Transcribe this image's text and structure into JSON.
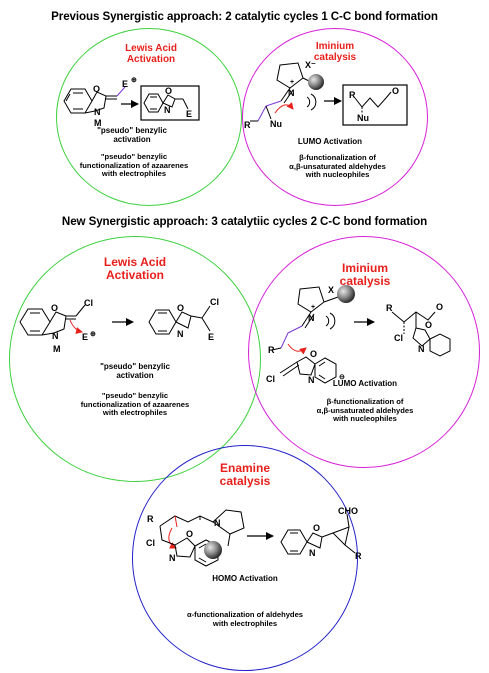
{
  "headings": {
    "previous": "Previous Synergistic approach: 2 catalytic cycles 1 C-C bond formation",
    "new": "New Synergistic approach: 3 catalytiic cycles 2 C-C bond formation"
  },
  "panel1": {
    "title_line1": "Lewis Acid",
    "title_line2": "Activation",
    "sublabel_line1": "\"pseudo\" benzylic",
    "sublabel_line2": "activation",
    "desc_line1": "\"pseudo\" benzylic",
    "desc_line2": "functionalization of azaarenes",
    "desc_line3": "with electrophiles"
  },
  "panel2": {
    "title_line1": "Iminium",
    "title_line2": "catalysis",
    "sublabel": "LUMO Activation",
    "desc_line1": "β-functionalization of",
    "desc_line2": "α,β-unsaturated aldehydes",
    "desc_line3": "with nucleophiles"
  },
  "panel3": {
    "title_line1": "Lewis Acid",
    "title_line2": "Activation",
    "sublabel_line1": "\"pseudo\" benzylic",
    "sublabel_line2": "activation",
    "desc_line1": "\"pseudo\" benzylic",
    "desc_line2": "functionalization of azaarenes",
    "desc_line3": "with electrophiles"
  },
  "panel4": {
    "title_line1": "Iminium",
    "title_line2": "catalysis",
    "sublabel": "LUMO Activation",
    "desc_line1": "β-functionalization of",
    "desc_line2": "α,β-unsaturated aldehydes",
    "desc_line3": "with nucleophiles"
  },
  "panel5": {
    "title_line1": "Enamine",
    "title_line2": "catalysis",
    "sublabel": "HOMO Activation",
    "desc_line1": "α-functionalization of aldehydes",
    "desc_line2": "with electrophiles"
  },
  "atoms": {
    "O": "O",
    "N": "N",
    "M": "M",
    "E": "E",
    "Cl": "Cl",
    "R": "R",
    "Nu": "Nu",
    "X": "X",
    "Xminus": "X⁻",
    "CHO": "CHO",
    "plus": "+",
    "eplus": "⊕",
    "eminus": "⊖"
  },
  "colors": {
    "red_title": "#e8201c",
    "green_circle": "#3fd13f",
    "magenta_circle": "#d822d8",
    "blue_circle": "#2323c8",
    "purple_line": "#7a35d8"
  }
}
